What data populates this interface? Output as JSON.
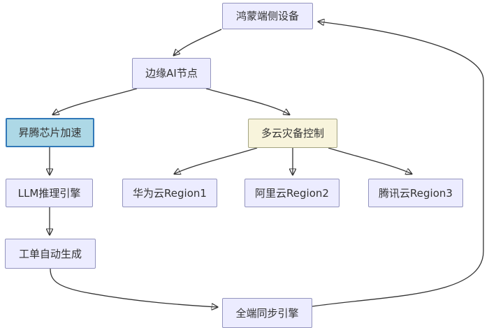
{
  "diagram": {
    "type": "flowchart",
    "direction": "top-down",
    "nodes": [
      {
        "id": "harmony",
        "label": "鸿蒙端侧设备",
        "style": "default"
      },
      {
        "id": "edge_ai",
        "label": "边缘AI节点",
        "style": "default"
      },
      {
        "id": "ascend",
        "label": "昇腾芯片加速",
        "style": "highlight-blue"
      },
      {
        "id": "multicloud",
        "label": "多云灾备控制",
        "style": "highlight-yellow"
      },
      {
        "id": "llm",
        "label": "LLM推理引擎",
        "style": "default"
      },
      {
        "id": "huawei",
        "label": "华为云Region1",
        "style": "default"
      },
      {
        "id": "ali",
        "label": "阿里云Region2",
        "style": "default"
      },
      {
        "id": "tencent",
        "label": "腾讯云Region3",
        "style": "default"
      },
      {
        "id": "ticket",
        "label": "工单自动生成",
        "style": "default"
      },
      {
        "id": "sync",
        "label": "全端同步引擎",
        "style": "default"
      }
    ],
    "edges": [
      {
        "from": "鸿蒙端侧设备",
        "to": "边缘AI节点"
      },
      {
        "from": "边缘AI节点",
        "to": "昇腾芯片加速"
      },
      {
        "from": "边缘AI节点",
        "to": "多云灾备控制"
      },
      {
        "from": "昇腾芯片加速",
        "to": "LLM推理引擎"
      },
      {
        "from": "LLM推理引擎",
        "to": "工单自动生成"
      },
      {
        "from": "多云灾备控制",
        "to": "华为云Region1"
      },
      {
        "from": "多云灾备控制",
        "to": "阿里云Region2"
      },
      {
        "from": "多云灾备控制",
        "to": "腾讯云Region3"
      },
      {
        "from": "工单自动生成",
        "to": "全端同步引擎"
      },
      {
        "from": "全端同步引擎",
        "to": "鸿蒙端侧设备"
      }
    ],
    "colors": {
      "background": "#FFFFFF",
      "node_fill": "#ECECFF",
      "node_border": "#9394BE",
      "blue_fill": "#ADD8E6",
      "blue_border": "#3178B8",
      "yellow_fill": "#F8F4DC",
      "yellow_border": "#A3A380",
      "edge": "#333333",
      "text": "#333333"
    }
  }
}
